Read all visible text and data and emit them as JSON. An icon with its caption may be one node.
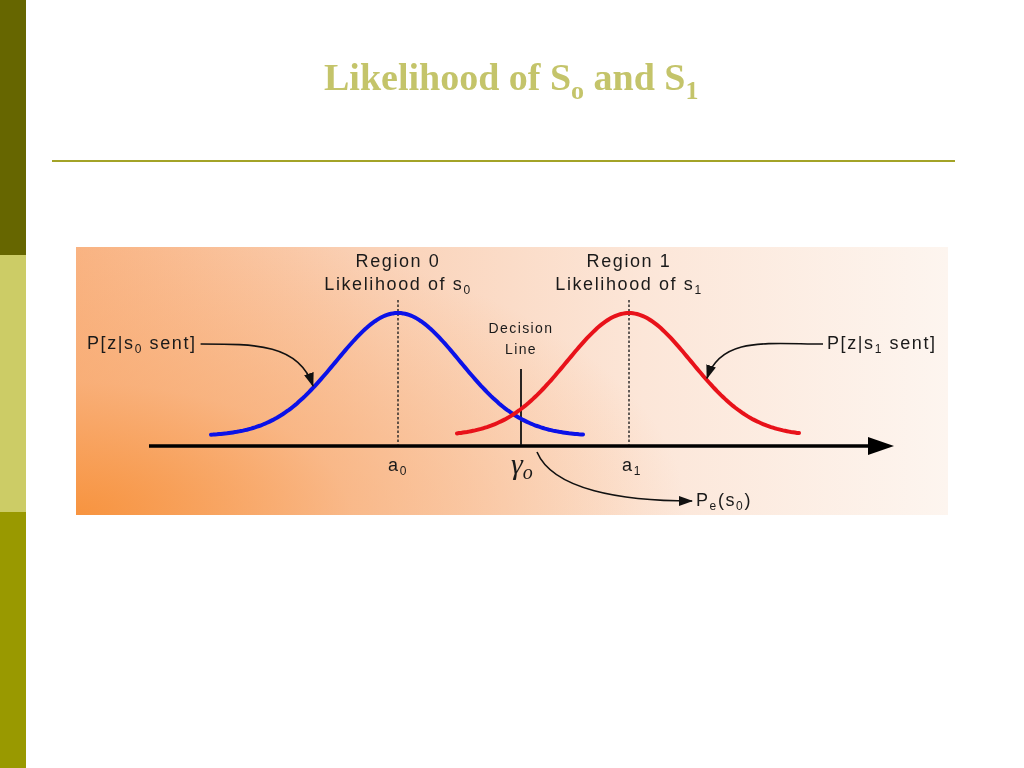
{
  "diagram": {
    "title": "Likelihood of S$_{o}$ and S$_{1}$",
    "nodes": [
      {
        "text": [
          "P[z|s$_{0}$ sent]"
        ]
      },
      {
        "text": [
          "P[z|s$_{1}$ sent]"
        ]
      },
      {
        "text": [],
        "shape": "curve"
      },
      {
        "text": [],
        "shape": "curve"
      },
      {
        "text": [
          "P$_{e}$(s$_{0}$)"
        ]
      }
    ],
    "edges": [
      {
        "from": 0,
        "to": 2,
        "arrow": "to"
      },
      {
        "from": 1,
        "to": 3,
        "arrow": "to"
      },
      {
        "from": null,
        "to": 4,
        "arrow": "to"
      }
    ],
    "labels": [
      "Region 0 Likelihood of s$_{0}$",
      "Region 1 Likelihood of s$_{1}$",
      "Decision Line",
      "a$_{0}$",
      "γ$_{o}$",
      "a$_{1}$"
    ]
  }
}
